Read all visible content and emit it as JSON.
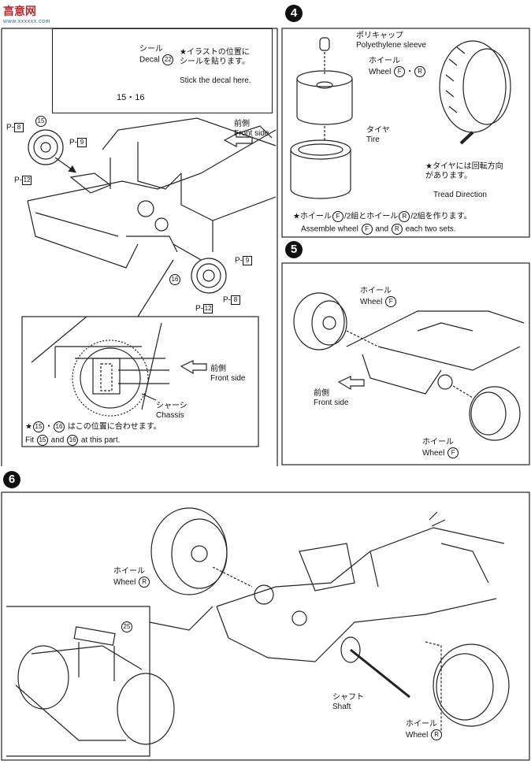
{
  "watermark": {
    "brand": "亯意网",
    "url": "www.xxxxxx.com"
  },
  "steps": {
    "s4": "4",
    "s5": "5",
    "s6": "6"
  },
  "decal": {
    "jp": "シール",
    "en": "Decal",
    "num": "22",
    "note_jp": "★イラストの位置に\nシールを貼ります。",
    "note_en": "Stick the decal here.",
    "parts": "15・16"
  },
  "step3": {
    "part15": "15",
    "part16": "16",
    "p8": "8",
    "p9": "9",
    "p12": "12",
    "p_prefix": "P",
    "front_jp": "前側",
    "front_en": "Front side",
    "chassis_jp": "シャーシ",
    "chassis_en": "Chassis",
    "fit_jp": "はこの位置に合わせます。",
    "fit_en": "at this part.",
    "fit_prefix": "Fit",
    "and": "and"
  },
  "step4": {
    "sleeve_jp": "ポリキャップ",
    "sleeve_en": "Polyethylene sleeve",
    "wheel_jp": "ホイール",
    "wheel_en": "Wheel",
    "wf": "F",
    "wr": "R",
    "tire_jp": "タイヤ",
    "tire_en": "Tire",
    "tread_jp": "★タイヤには回転方向\nがあります。",
    "tread_en": "Tread Direction",
    "assemble_jp": "/2組とホイール",
    "assemble_jp2": "/2組を作ります。",
    "assemble_en_a": "Assemble wheel",
    "assemble_en_b": "and",
    "assemble_en_c": "each two sets."
  },
  "step5": {
    "wheel_jp": "ホイール",
    "wheel_en": "Wheel",
    "wf": "F",
    "front_jp": "前側",
    "front_en": "Front side"
  },
  "step6": {
    "wheel_jp": "ホイール",
    "wheel_en": "Wheel",
    "wr": "R",
    "shaft_jp": "シャフト",
    "shaft_en": "Shaft",
    "part25": "25"
  }
}
